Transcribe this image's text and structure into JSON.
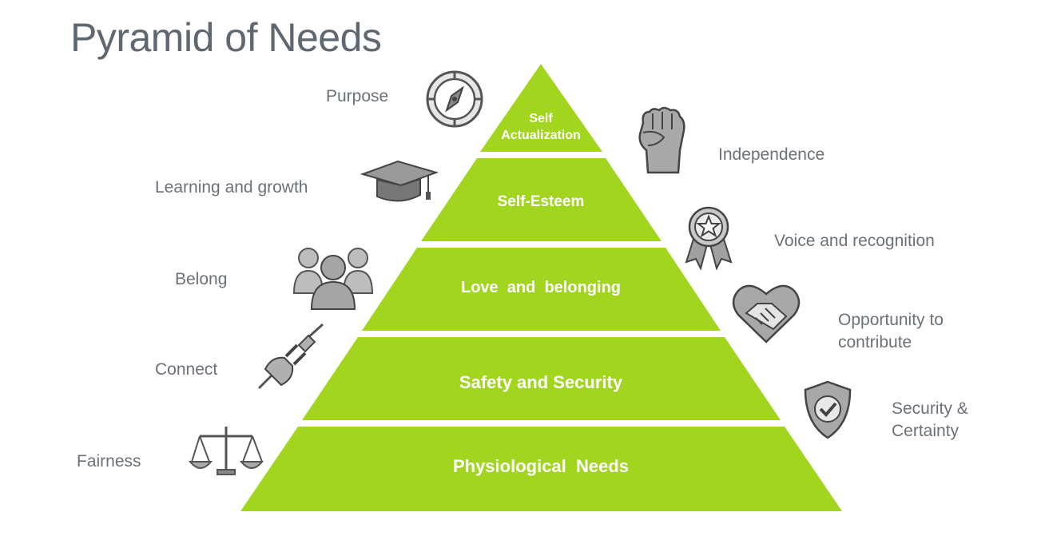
{
  "title": "Pyramid of Needs",
  "colors": {
    "tier_fill": "#a2d61e",
    "label_gray": "#6b7178",
    "title_gray": "#5f6770",
    "icon_stroke": "#666666"
  },
  "tiers": [
    {
      "label_line1": "Self",
      "label_line2": "Actualization"
    },
    {
      "label": "Self-Esteem"
    },
    {
      "label": "Love  and  belonging"
    },
    {
      "label": "Safety and Security"
    },
    {
      "label": "Physiological  Needs"
    }
  ],
  "left_labels": {
    "purpose": "Purpose",
    "learning": "Learning and growth",
    "belong": "Belong",
    "connect": "Connect",
    "fairness": "Fairness"
  },
  "right_labels": {
    "independence": "Independence",
    "voice": "Voice and recognition",
    "opportunity_line1": "Opportunity to",
    "opportunity_line2": "contribute",
    "security_line1": "Security &",
    "security_line2": "Certainty"
  },
  "icons": [
    "compass-icon",
    "graduation-cap-icon",
    "people-group-icon",
    "plug-icon",
    "scales-icon",
    "raised-fist-icon",
    "award-ribbon-icon",
    "handshake-heart-icon",
    "shield-check-icon"
  ]
}
